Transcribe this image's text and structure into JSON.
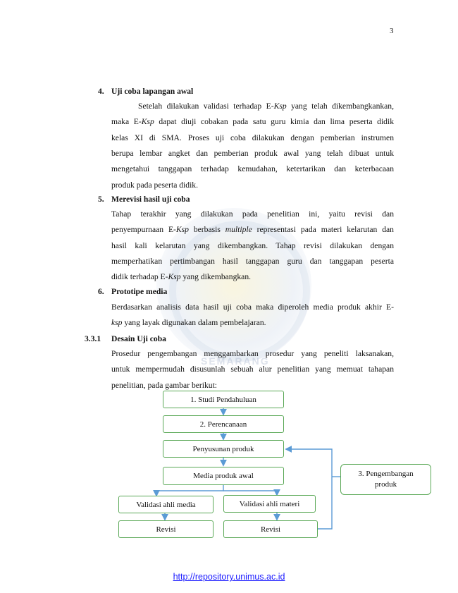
{
  "page_number": "3",
  "sections": {
    "s4_number": "4.",
    "s4_title": "Uji coba lapangan awal",
    "s4_lines": [
      [
        "Setelah dilakukan validasi terhadap E-",
        "Ksp",
        " yang telah dikembangkankan,"
      ],
      [
        "maka E-",
        "Ksp",
        " dapat diuji cobakan pada satu guru kimia dan lima peserta didik"
      ],
      [
        "kelas XI di SMA. Proses uji coba dilakukan dengan pemberian  instrumen",
        "",
        ""
      ],
      [
        "berupa lembar angket dan pemberian produk awal yang telah dibuat untuk",
        "",
        ""
      ],
      [
        "mengetahui tanggapan terhadap kemudahan, ketertarikan dan keterbacaan",
        "",
        ""
      ],
      [
        "produk pada peserta didik.",
        "",
        ""
      ]
    ],
    "s5_number": "5.",
    "s5_title": "Merevisi hasil uji coba",
    "s5_lines": [
      [
        "Tahap terakhir yang dilakukan pada penelitian ini, yaitu revisi dan",
        "",
        ""
      ],
      [
        "penyempurnaan E-",
        "Ksp",
        " berbasis "
      ],
      [
        "hasil kali kelarutan yang dikembangkan. Tahap revisi dilakukan dengan",
        "",
        ""
      ],
      [
        "memperhatikan pertimbangan hasil tanggapan guru dan tanggapan peserta",
        "",
        ""
      ],
      [
        "didik terhadap E-",
        "Ksp",
        " yang dikembangkan."
      ]
    ],
    "s5_line2_italic2": "multiple",
    "s5_line2_tail": " representasi pada materi kelarutan dan",
    "s6_number": "6.",
    "s6_title": "Prototipe media",
    "s6_lines": [
      [
        "Berdasarkan analisis data hasil uji coba maka diperoleh media produk akhir E-",
        "",
        ""
      ],
      [
        "",
        "ksp",
        " yang layak digunakan dalam pembelajaran."
      ]
    ],
    "s331_number": "3.3.1",
    "s331_title": "Desain Uji coba",
    "s331_lines": [
      [
        "Prosedur pengembangan menggambarkan prosedur yang peneliti laksanakan,",
        "",
        ""
      ],
      [
        "untuk mempermudah disusunlah sebuah alur penelitian yang memuat tahapan",
        "",
        ""
      ],
      [
        "penelitian, pada gambar berikut:",
        "",
        ""
      ]
    ]
  },
  "watermark_text": "SEMARANG",
  "flowchart": {
    "studi": "1.    Studi Pendahuluan",
    "perencanaan": "2. Perencanaan",
    "penyusunan": "Penyusunan produk",
    "media_awal": "Media produk awal",
    "validasi_media": "Validasi ahli media",
    "validasi_materi": "Validasi ahli materi",
    "revisi_1": "Revisi",
    "revisi_2": "Revisi",
    "pengembangan": "3. Pengembangan produk"
  },
  "colors": {
    "box_border": "#5aa856",
    "arrow": "#5b9bd5",
    "link": "#1a1aff"
  },
  "footer_link": "http://repository.unimus.ac.id"
}
